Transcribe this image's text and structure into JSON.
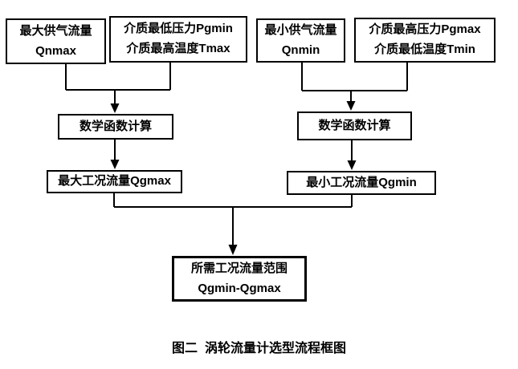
{
  "diagram": {
    "nodes": {
      "qnmax": {
        "line1": "最大供气流量",
        "line2": "Qnmax"
      },
      "pgmin_tmax": {
        "line1": "介质最低压力Pgmin",
        "line2": "介质最高温度Tmax"
      },
      "qnmin": {
        "line1": "最小供气流量",
        "line2": "Qnmin"
      },
      "pgmax_tmin": {
        "line1": "介质最高压力Pgmax",
        "line2": "介质最低温度Tmin"
      },
      "calc_left": {
        "label": "数学函数计算"
      },
      "calc_right": {
        "label": "数学函数计算"
      },
      "qgmax": {
        "label": "最大工况流量Qgmax"
      },
      "qgmin": {
        "label": "最小工况流量Qgmin"
      },
      "result": {
        "line1": "所需工况流量范围",
        "line2": "Qgmin-Qgmax"
      }
    },
    "caption": "图二  涡轮流量计选型流程框图"
  },
  "colors": {
    "background": "#ffffff",
    "box_border": "#000000",
    "text": "#000000",
    "connector": "#000000"
  }
}
